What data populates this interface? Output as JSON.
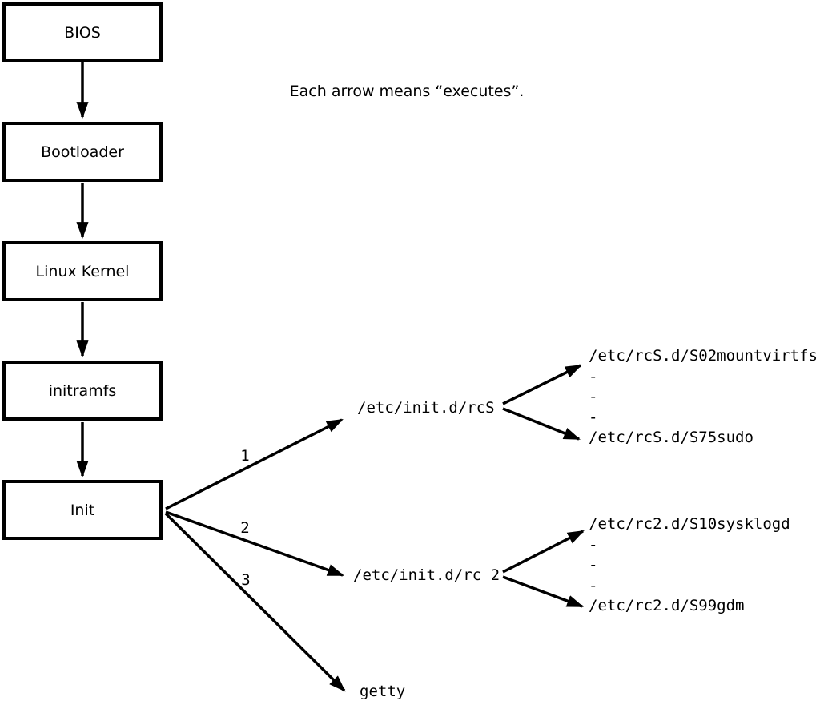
{
  "note": "Each arrow means “executes”.",
  "chain": [
    {
      "label": "BIOS"
    },
    {
      "label": "Bootloader"
    },
    {
      "label": "Linux Kernel"
    },
    {
      "label": "initramfs"
    },
    {
      "label": "Init"
    }
  ],
  "arrow_meaning": "executes",
  "branches": [
    {
      "order": "1",
      "target": "/etc/init.d/rcS",
      "lines": [
        "/etc/rcS.d/S02mountvirtfs",
        "-",
        "-",
        "-",
        "/etc/rcS.d/S75sudo"
      ]
    },
    {
      "order": "2",
      "target": "/etc/init.d/rc 2",
      "lines": [
        "/etc/rc2.d/S10sysklogd",
        "-",
        "-",
        "-",
        "/etc/rc2.d/S99gdm"
      ]
    },
    {
      "order": "3",
      "target": "getty",
      "lines": []
    }
  ],
  "colors": {
    "ink": "#000000",
    "background": "#ffffff"
  }
}
